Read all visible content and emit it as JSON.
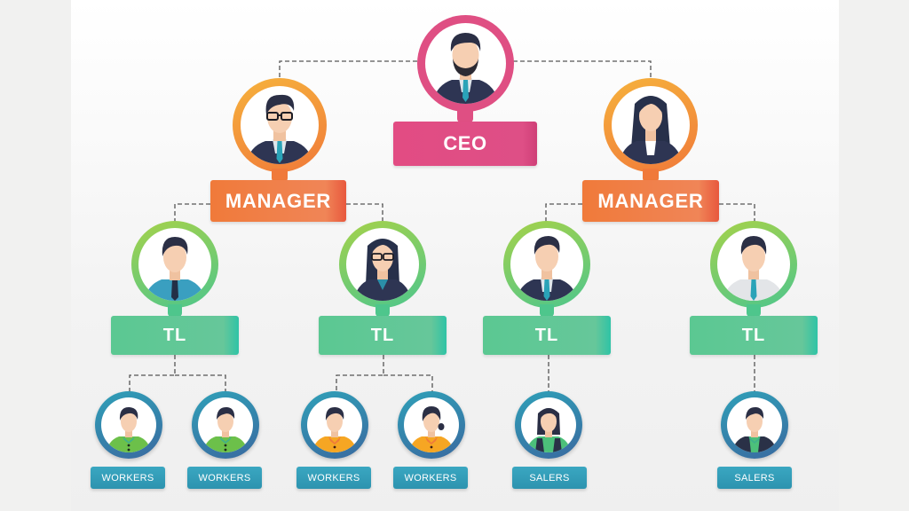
{
  "diagram": {
    "type": "organizational-chart",
    "colors": {
      "ceo": "#df4f83",
      "manager": "#f07a3a",
      "team_lead": "#5bc892",
      "staff": "#2f9ab5",
      "connector": "#555555",
      "background": "#f7f7f7"
    },
    "ceo": {
      "label": "CEO",
      "avatar": "bearded-man-with-tie"
    },
    "managers": [
      {
        "label": "MANAGER",
        "avatar": "man-with-glasses"
      },
      {
        "label": "MANAGER",
        "avatar": "woman-long-hair"
      }
    ],
    "team_leads": [
      {
        "label": "TL",
        "avatar": "man-blue-shirt-tie",
        "manager": 0
      },
      {
        "label": "TL",
        "avatar": "woman-with-glasses",
        "manager": 0
      },
      {
        "label": "TL",
        "avatar": "man-suit-tie",
        "manager": 1
      },
      {
        "label": "TL",
        "avatar": "man-white-shirt-tie",
        "manager": 1
      }
    ],
    "staff": [
      {
        "label": "WORKERS",
        "avatar": "man-green-shirt",
        "team_lead": 0
      },
      {
        "label": "WORKERS",
        "avatar": "man-green-shirt",
        "team_lead": 0
      },
      {
        "label": "WORKERS",
        "avatar": "man-orange-shirt",
        "team_lead": 1
      },
      {
        "label": "WORKERS",
        "avatar": "woman-orange-shirt",
        "team_lead": 1
      },
      {
        "label": "SALERS",
        "avatar": "woman-green-apron",
        "team_lead": 2
      },
      {
        "label": "SALERS",
        "avatar": "man-green-shirt-jacket",
        "team_lead": 3
      }
    ]
  }
}
